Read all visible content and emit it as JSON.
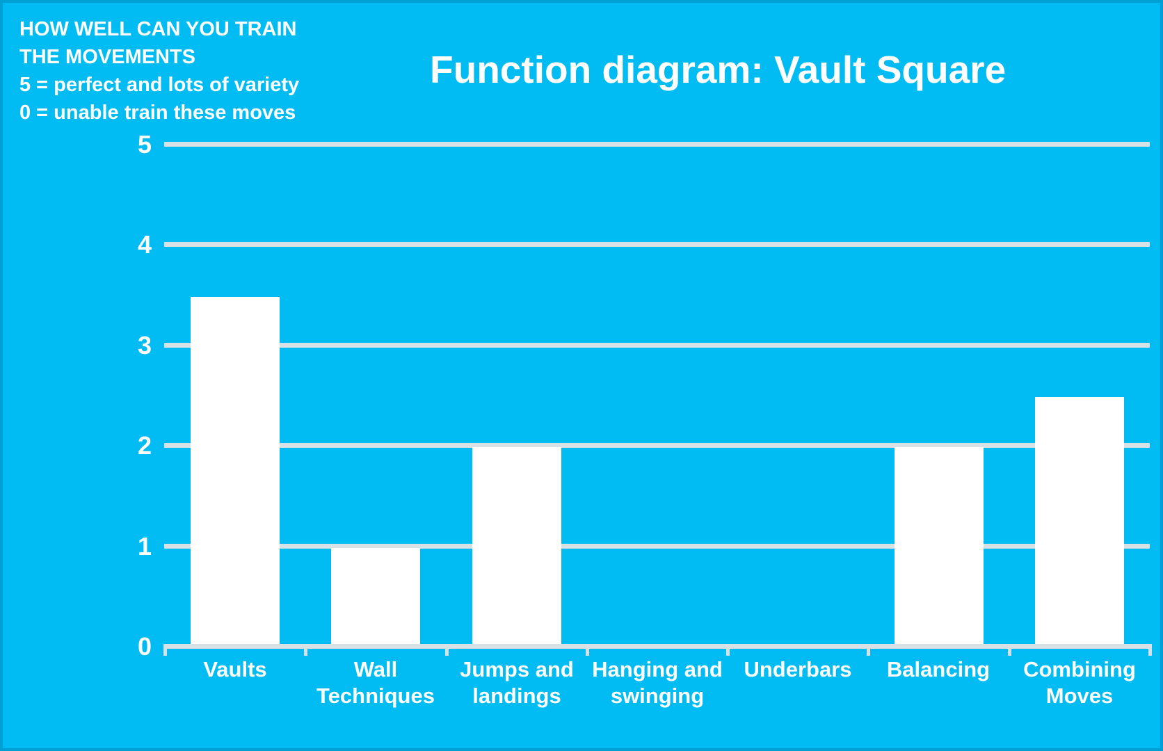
{
  "slide": {
    "background_color": "#00bcf2",
    "text_color": "#ffffff",
    "annotation": {
      "lines": [
        "HOW WELL CAN YOU TRAIN",
        "THE MOVEMENTS",
        "5 = perfect and lots of variety",
        "0 = unable train these moves"
      ]
    }
  },
  "chart_data": {
    "type": "bar",
    "title": "Function diagram: Vault Square",
    "categories": [
      "Vaults",
      "Wall Techniques",
      "Jumps and landings",
      "Hanging and swinging",
      "Underbars",
      "Balancing",
      "Combining Moves"
    ],
    "values": [
      3.5,
      1,
      2,
      0,
      0,
      2,
      2.5
    ],
    "xlabel": "",
    "ylabel": "",
    "ylim": [
      0,
      5
    ],
    "yticks": [
      0,
      1,
      2,
      3,
      4,
      5
    ],
    "grid": "horizontal-only",
    "legend": "none",
    "bar_color": "#ffffff",
    "gridline_color": "#d8e2e6",
    "axis_color": "#d8e2e6"
  }
}
